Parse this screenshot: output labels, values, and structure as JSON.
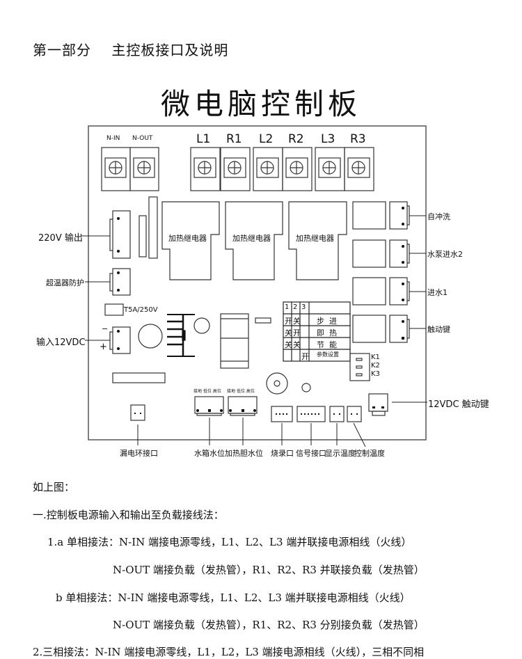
{
  "section_heading": "第一部分    主控板接口及说明",
  "diagram": {
    "title": "微电脑控制板",
    "top_terminals": {
      "neutral": [
        "N-IN",
        "N-OUT"
      ],
      "phase": [
        "L1",
        "R1",
        "L2",
        "R2",
        "L3",
        "R3"
      ]
    },
    "relay_label": "加热继电器",
    "fuse_label": "T5A/250V",
    "left_labels": {
      "output_220v": "220V 输出",
      "overheat": "超温器防护",
      "input_12v": "输入12VDC",
      "minus": "−",
      "plus": "+"
    },
    "right_labels": {
      "self_flush": "自冲洗",
      "pump_inlet2": "水泵进水2",
      "inlet1": "进水1",
      "trigger": "触动键",
      "trigger_12v": "12VDC 触动键"
    },
    "dip_table": {
      "header": [
        "1",
        "2",
        "3",
        ""
      ],
      "rows": [
        [
          "开",
          "关",
          "",
          "步  进"
        ],
        [
          "关",
          "开",
          "",
          "即  热"
        ],
        [
          "关",
          "关",
          "",
          "节  能"
        ],
        [
          "",
          "",
          "开",
          "参数设置"
        ]
      ]
    },
    "k_labels": [
      "K1",
      "K2",
      "K3"
    ],
    "level_pin_labels": [
      "接地",
      "低位",
      "高位"
    ],
    "bottom_labels": {
      "leakage": "漏电环接口",
      "tank_level": "水箱水位",
      "heater_level": "加热胆水位",
      "burn_port": "烧录口",
      "signal_port": "信号接口",
      "display_temp": "显示温度",
      "control_temp": "控制温度"
    }
  },
  "body": {
    "intro": "如上图：",
    "section1": "一.控制板电源输入和输出至负载接线法：",
    "l1a_1": "1.a 单相接法：N-IN 端接电源零线，L1、L2、L3 端并联接电源相线（火线）",
    "l1a_2": "N-OUT 端接负载（发热管），R1、R2、R3 并联接负载（发热管）",
    "l1b_1": "b 单相接法：N-IN 端接电源零线，L1、L2、L3 端并联接电源相线（火线）",
    "l1b_2": "N-OUT 端接负载（发热管），R1、R2、R3 分别接负载（发热管）",
    "l2": "2.三相接法：N-IN 端接电源零线，L1，L2，L3 端接电源相线（火线），三相不同相"
  }
}
